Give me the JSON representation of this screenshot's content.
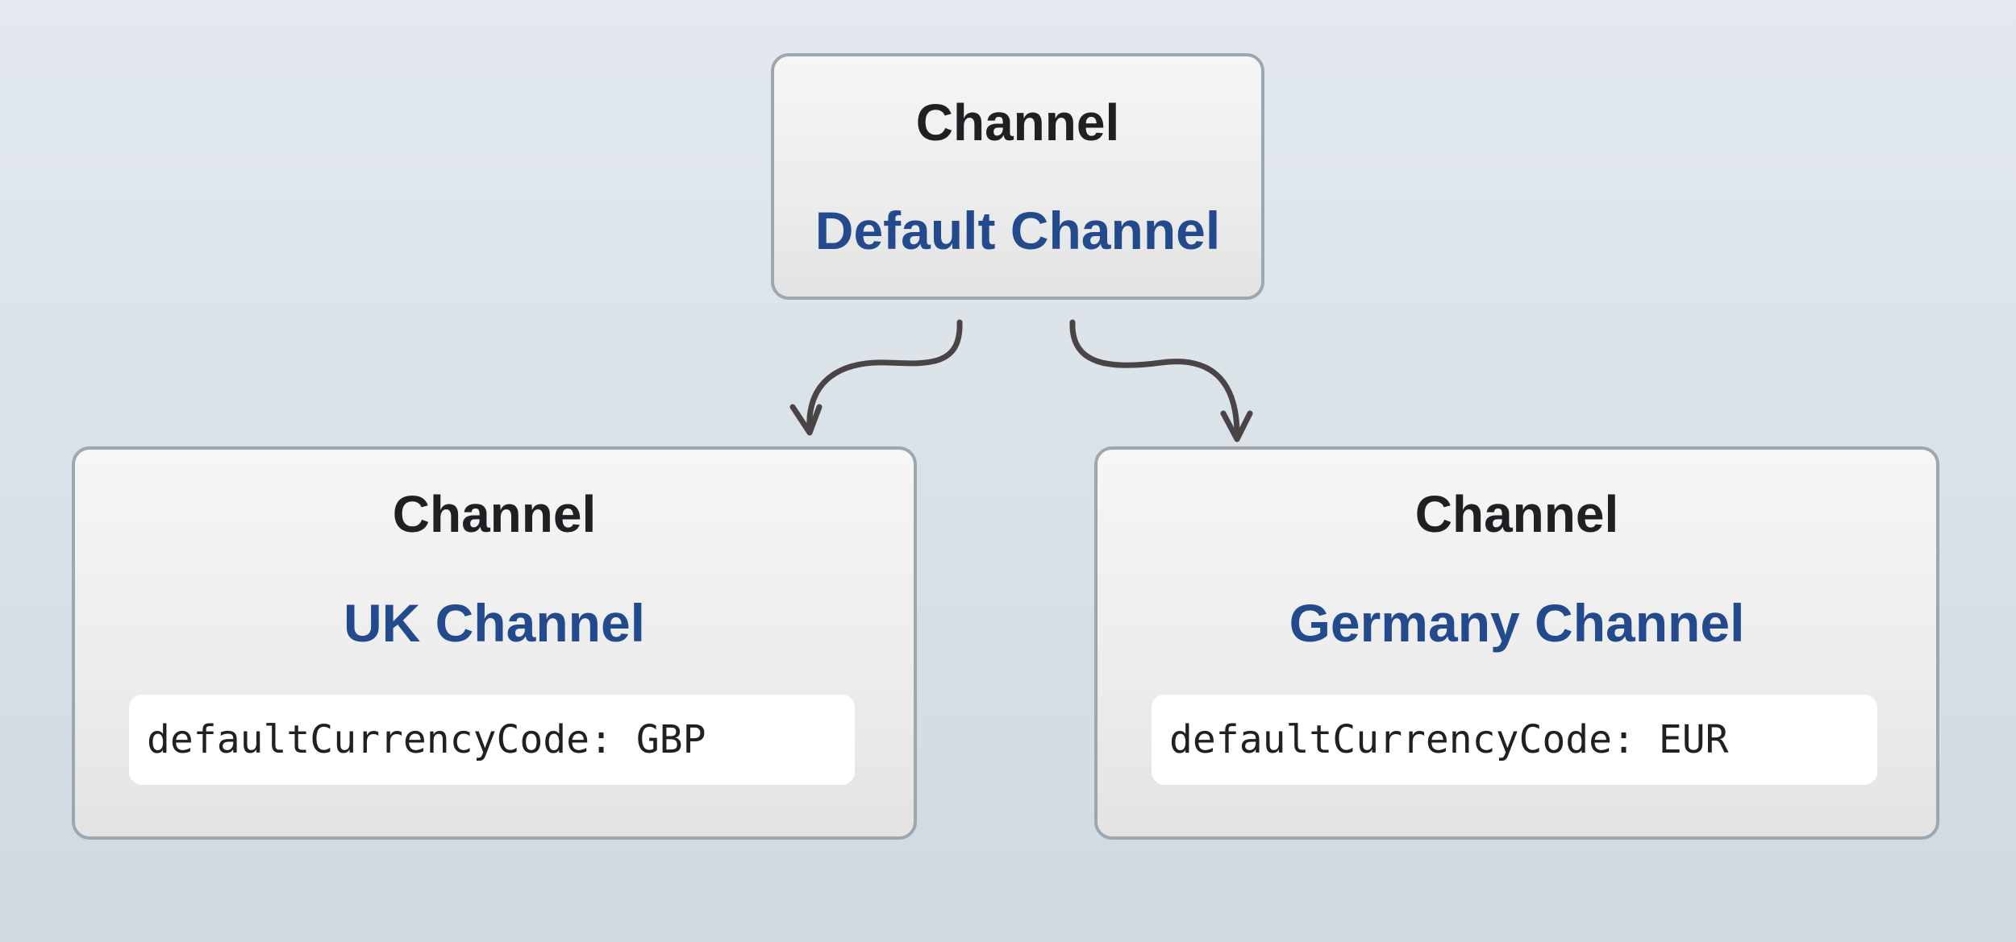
{
  "diagram": {
    "root": {
      "type_label": "Channel",
      "name": "Default Channel"
    },
    "children": [
      {
        "type_label": "Channel",
        "name": "UK Channel",
        "property": "defaultCurrencyCode: GBP"
      },
      {
        "type_label": "Channel",
        "name": "Germany Channel",
        "property": "defaultCurrencyCode: EUR"
      }
    ],
    "colors": {
      "type_label": "#1f2023",
      "channel_name": "#234a8c",
      "node_border": "#9ea7ad",
      "arrow": "#4a4446"
    }
  }
}
